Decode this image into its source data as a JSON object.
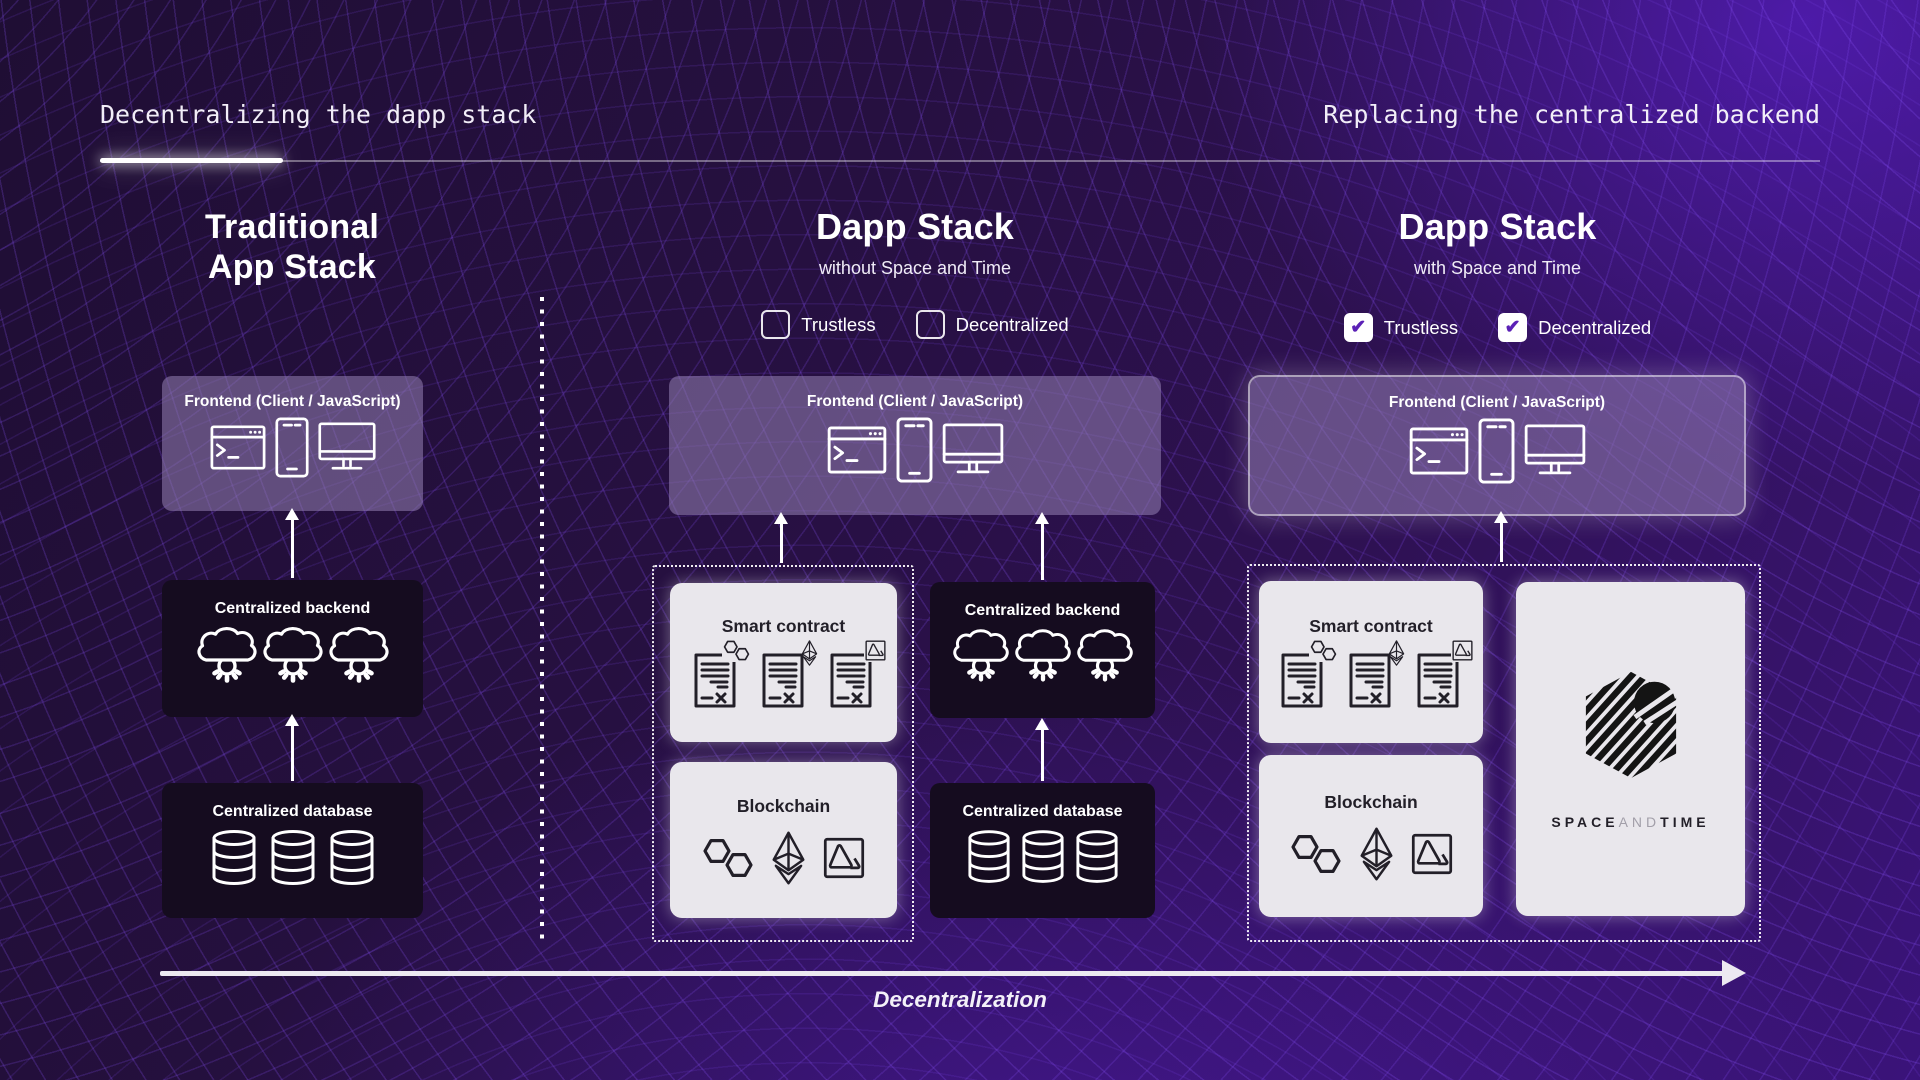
{
  "header": {
    "title_left": "Decentralizing the dapp stack",
    "title_right": "Replacing the centralized backend"
  },
  "columns": {
    "traditional": {
      "title_line1": "Traditional",
      "title_line2": "App Stack",
      "frontend_label": "Frontend (Client / JavaScript)",
      "backend_label": "Centralized backend",
      "database_label": "Centralized database"
    },
    "dapp_without": {
      "title": "Dapp Stack",
      "subtitle": "without Space and Time",
      "checkboxes": [
        {
          "label": "Trustless",
          "checked": false
        },
        {
          "label": "Decentralized",
          "checked": false
        }
      ],
      "frontend_label": "Frontend (Client / JavaScript)",
      "smart_contract_label": "Smart contract",
      "blockchain_label": "Blockchain",
      "backend_label": "Centralized backend",
      "database_label": "Centralized database"
    },
    "dapp_with": {
      "title": "Dapp Stack",
      "subtitle": "with Space and Time",
      "checkboxes": [
        {
          "label": "Trustless",
          "checked": true
        },
        {
          "label": "Decentralized",
          "checked": true
        }
      ],
      "frontend_label": "Frontend (Client / JavaScript)",
      "smart_contract_label": "Smart contract",
      "blockchain_label": "Blockchain",
      "wordmark": {
        "space": "SPACE",
        "and": "AND",
        "time": "TIME"
      }
    }
  },
  "footer": {
    "axis_label": "Decentralization"
  },
  "icons": {
    "frontend": [
      "terminal-window-icon",
      "smartphone-icon",
      "monitor-icon"
    ],
    "backend": "cloud-gear-icon",
    "database": "database-icon",
    "smart_contract_docs": [
      "contract-polygon-icon",
      "contract-ethereum-icon",
      "contract-avalanche-icon"
    ],
    "blockchain": [
      "polygon-icon",
      "ethereum-icon",
      "avalanche-icon"
    ],
    "logo": "space-and-time-logo"
  },
  "colors": {
    "background_dark": "#1f0e34",
    "background_bright": "#3f1195",
    "frontend_box": "#83719c",
    "dark_box": "#150c1f",
    "light_box": "#e9e7ec",
    "check_accent": "#5b21b6",
    "line_pattern": "#7c3aed"
  }
}
